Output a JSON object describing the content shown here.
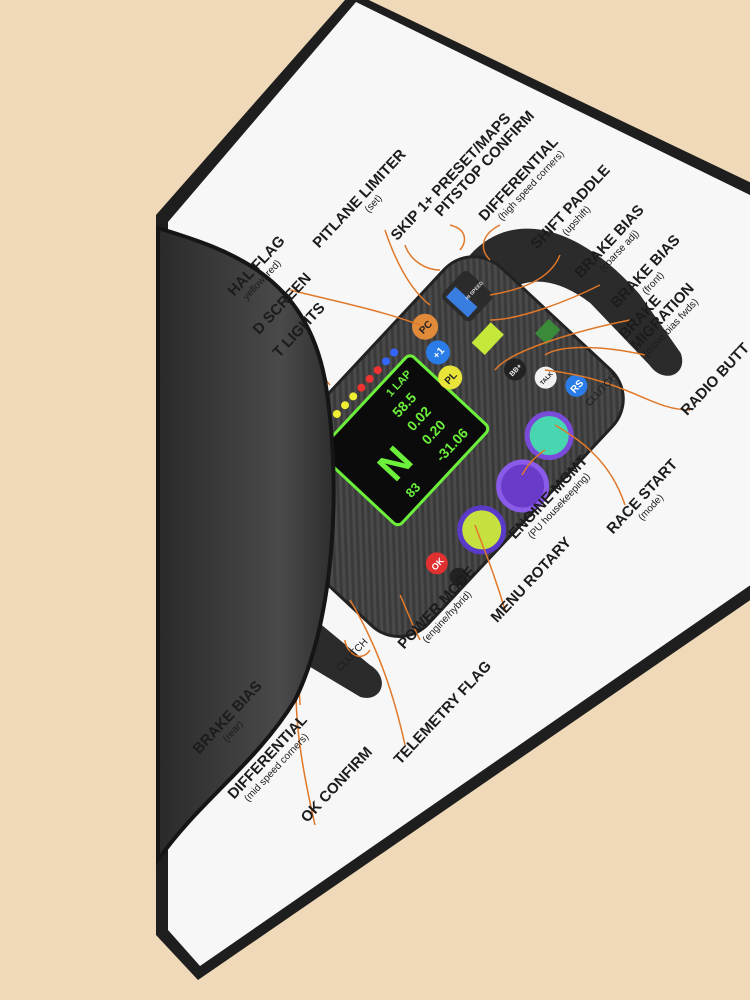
{
  "product": {
    "colors": {
      "wood": "#efd9b8",
      "mat": "#f7f7f7",
      "border": "#1e1e1e",
      "carbon": "#3a3a3a",
      "screen_green": "#6cf03c",
      "leader": "#e0782a"
    }
  },
  "labels": {
    "pitlane_limiter": {
      "title": "PITLANE LIMITER",
      "sub": "(set)"
    },
    "skip_preset": {
      "title": "SKIP 1+ PRESET/MAPS"
    },
    "pitstop_confirm": {
      "title": "PITSTOP CONFIRM"
    },
    "differential_high": {
      "title": "DIFFERENTIAL",
      "sub": "(high speed corners)"
    },
    "shift_paddle": {
      "title": "SHIFT PADDLE",
      "sub": "(upshift)"
    },
    "brake_bias_coarse": {
      "title": "BRAKE BIAS",
      "sub": "(coarse adj)"
    },
    "brake_bias_front": {
      "title": "BRAKE BIAS",
      "sub": "(front)"
    },
    "brake_migration": {
      "title": "BRAKE",
      "title2": "MIGRATION",
      "sub": "(move bias fwds)"
    },
    "radio_button": {
      "title": "RADIO BUTT"
    },
    "signal_flag": {
      "title": "HAL FLAG",
      "sub": "yellow, red)"
    },
    "screen": {
      "title": "D SCREEN"
    },
    "shift_lights": {
      "title": "T LIGHTS"
    },
    "clutch_right": {
      "title": "CLUTCH"
    },
    "engine_mgmt": {
      "title": "ENGINE MGMT",
      "sub": "(PU housekeeping)"
    },
    "race_start": {
      "title": "RACE START",
      "sub": "(mode)"
    },
    "menu_rotary": {
      "title": "MENU ROTARY"
    },
    "power_mode": {
      "title": "POWER MODE",
      "sub": "(engine/hybrid)"
    },
    "telemetry_flag": {
      "title": "TELEMETRY FLAG"
    },
    "clutch_left": {
      "title": "CLUTCH"
    },
    "brake_bias_rear": {
      "title": "BRAKE BIAS",
      "sub": "(rear)"
    },
    "differential_mid": {
      "title": "DIFFERENTIAL",
      "sub": "(mid speed corners)"
    },
    "ok_confirm": {
      "title": "OK CONFIRM"
    }
  },
  "wheel": {
    "buttons": {
      "pl": "PL",
      "plus1": "+1",
      "pc": "PC",
      "bb": "BB+",
      "talk": "TALK",
      "rs": "RS",
      "ok": "OK",
      "hi_speed": "HI SPEED"
    },
    "screen": {
      "lap": "1 LAP",
      "v1": "58.5",
      "v2": "0.02",
      "v3": "0.20",
      "v4": "-31.06",
      "gear": "N",
      "v5": "83"
    }
  }
}
